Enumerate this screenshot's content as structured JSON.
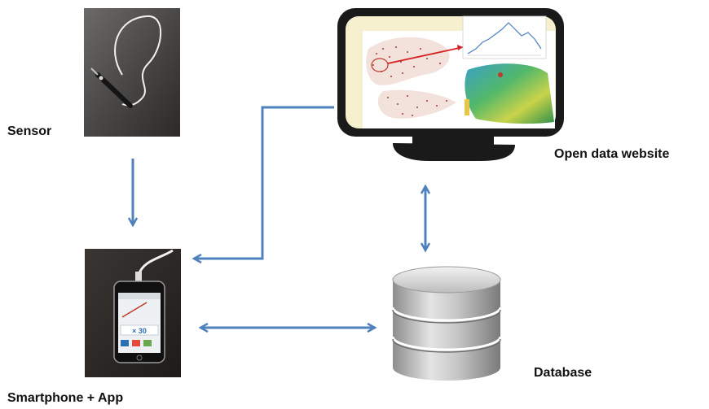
{
  "labels": {
    "sensor": "Sensor",
    "smartphone": "Smartphone + App",
    "website": "Open data website",
    "database": "Database"
  },
  "phone_screen": {
    "value": "× 30"
  },
  "colors": {
    "arrow": "#4f81bd",
    "monitor_frame": "#1a1a1a",
    "monitor_bezel": "#f7f0cf",
    "photo_background": "#2f2c2a",
    "database_body": "#b8b8b8",
    "map_dots": "#a33a2a"
  }
}
